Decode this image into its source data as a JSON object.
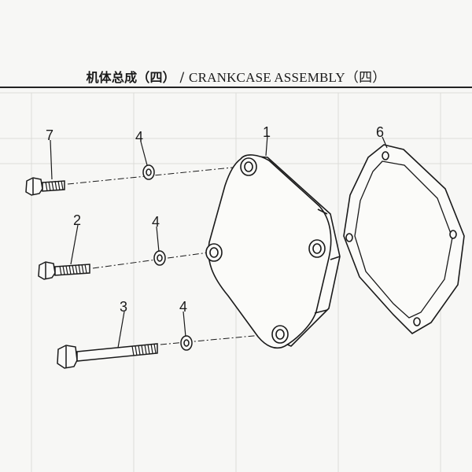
{
  "header": {
    "title_zh": "机体总成（四）",
    "title_sep": "/",
    "title_en": "CRANKCASE ASSEMBLY（四）"
  },
  "callouts": [
    "1",
    "2",
    "3",
    "4",
    "4",
    "4",
    "6",
    "7"
  ],
  "colors": {
    "ink": "#1a1a1a",
    "paper": "#f7f7f5",
    "faint": "#d9d9d6"
  }
}
